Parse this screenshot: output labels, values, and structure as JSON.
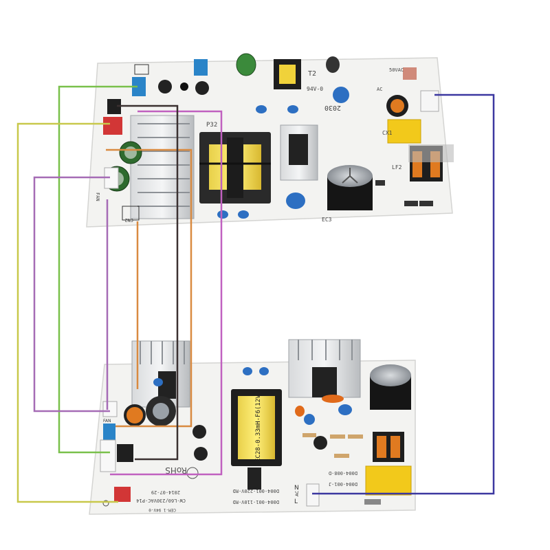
{
  "photo": {
    "top_board": {
      "marking_t2": "T2",
      "marking_94v0": "94V-0",
      "marking_2030": "2030",
      "marking_cx1": "CX1",
      "marking_lf2": "LF2",
      "marking_ec": "EC3",
      "marking_p32": "P32",
      "marking_fan": "FAN",
      "marking_cn2": "CN2",
      "marking_acv": "50VAC",
      "marking_ac": "AC"
    },
    "bottom_board": {
      "transformer_label": "EC28-0.33mH-F6(12V)",
      "rohs": "RoHS",
      "model": "CW-L60/230VAC-P14",
      "date": "2014-07-29",
      "part1": "D004-001-110V-RD",
      "part2": "D004-001-220V-RD",
      "part3": "D004-001-J",
      "part4": "D004-008-D",
      "marking_l": "L",
      "marking_n": "N",
      "marking_ac": "AC",
      "marking_fan": "FAN",
      "marking_94v0": "CEM-1 94V-0"
    },
    "wire_colors": {
      "green": "#79c04a",
      "yellow": "#c8c84a",
      "purple": "#a56bb5",
      "magenta": "#c060c0",
      "orange": "#d98a40",
      "black": "#3a3030",
      "navy": "#3b37a0"
    }
  }
}
